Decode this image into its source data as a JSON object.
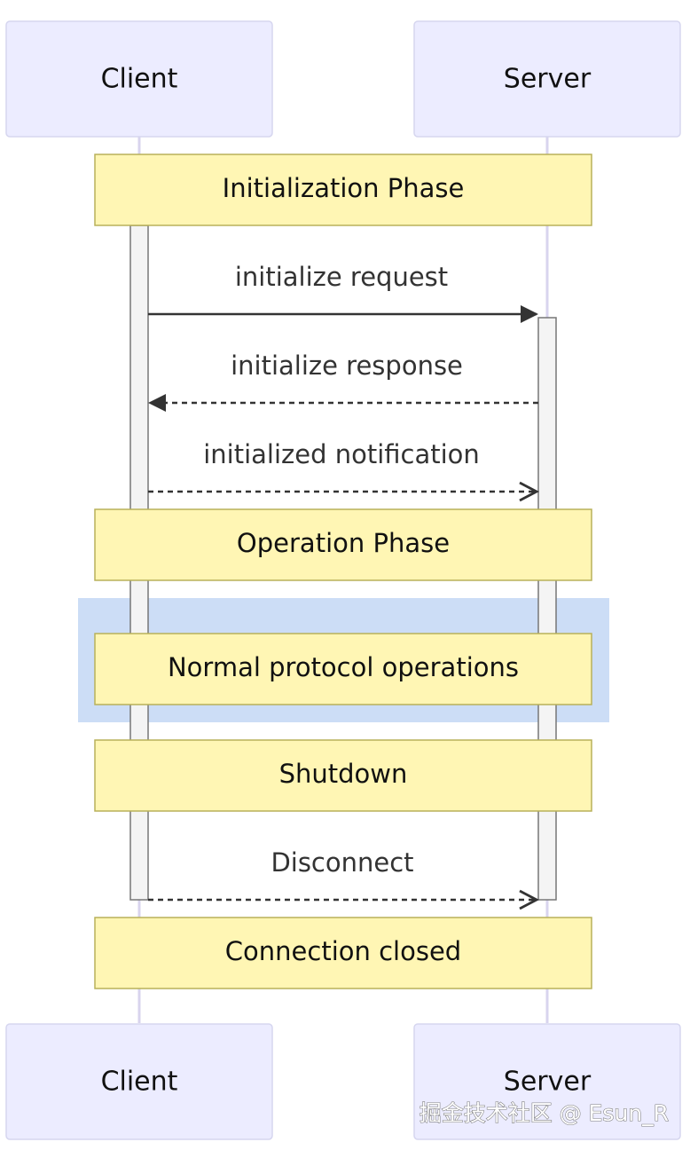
{
  "actors": {
    "client": "Client",
    "server": "Server"
  },
  "notes": {
    "initialization": "Initialization Phase",
    "operation": "Operation Phase",
    "normal": "Normal protocol operations",
    "shutdown": "Shutdown",
    "closed": "Connection closed"
  },
  "messages": {
    "initialize_request": "initialize request",
    "initialize_response": "initialize response",
    "initialized_notification": "initialized notification",
    "disconnect": "Disconnect"
  },
  "watermark": "掘金技术社区 @ Esun_R",
  "colors": {
    "actor_fill": "#ECECFF",
    "actor_border": "#D6D6EF",
    "note_fill": "#FFF6B4",
    "note_border": "#B8B15A",
    "region_fill": "#CCDDF6",
    "activation_fill": "#F4F4F4"
  }
}
